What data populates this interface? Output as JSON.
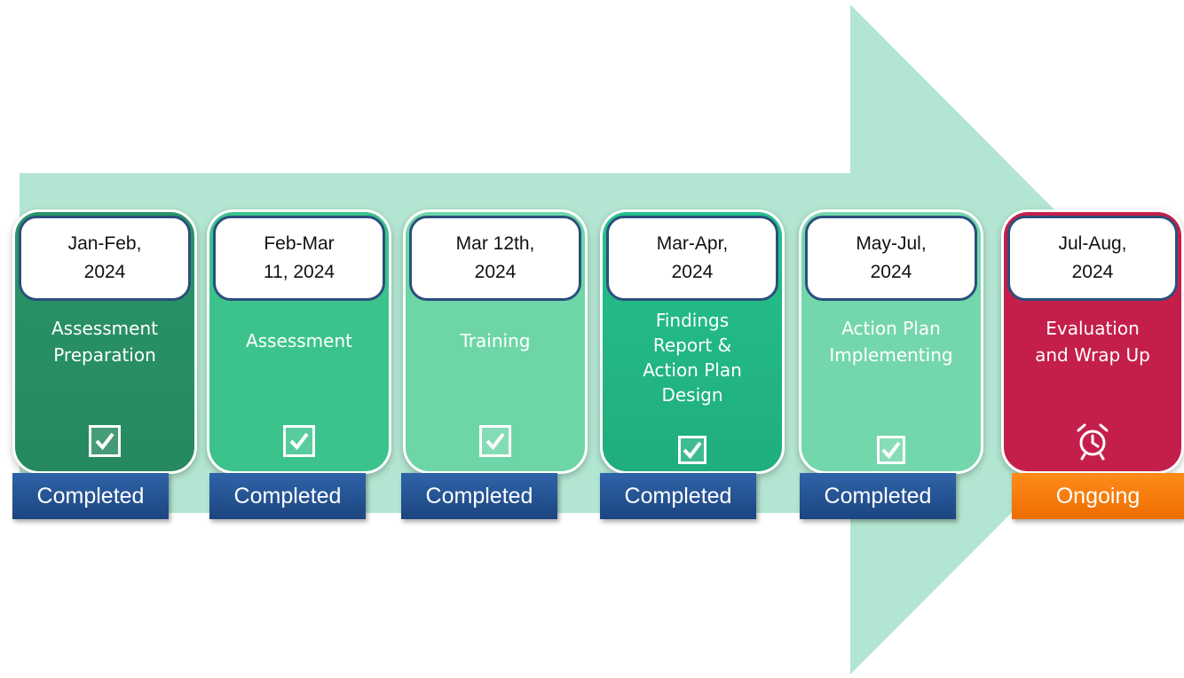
{
  "colors": {
    "arrow": "#b3e6d2",
    "stage_dark": "#26895f",
    "stage_medium": "#3cc38c",
    "stage_light": "#6ed6a6",
    "stage_teal": "#26c08c",
    "stage_pale": "#74d7ac",
    "stage_current": "#c41f4a",
    "badge_completed": "#1f4e8c",
    "badge_ongoing": "#f47c14"
  },
  "stages": [
    {
      "date": "Jan-Feb,\n2024",
      "title": "Assessment\nPreparation",
      "status": "Completed",
      "icon": "checkbox-icon"
    },
    {
      "date": "Feb-Mar\n11, 2024",
      "title": "Assessment",
      "status": "Completed",
      "icon": "checkbox-icon"
    },
    {
      "date": "Mar 12th,\n2024",
      "title": "Training",
      "status": "Completed",
      "icon": "checkbox-icon"
    },
    {
      "date": "Mar-Apr,\n2024",
      "title": "Findings\nReport &\nAction Plan\nDesign",
      "status": "Completed",
      "icon": "checkbox-icon"
    },
    {
      "date": "May-Jul,\n2024",
      "title": "Action Plan\nImplementing",
      "status": "Completed",
      "icon": "checkbox-icon"
    },
    {
      "date": "Jul-Aug,\n2024",
      "title": "Evaluation\nand Wrap Up",
      "status": "Ongoing",
      "icon": "alarm-clock-icon"
    }
  ]
}
